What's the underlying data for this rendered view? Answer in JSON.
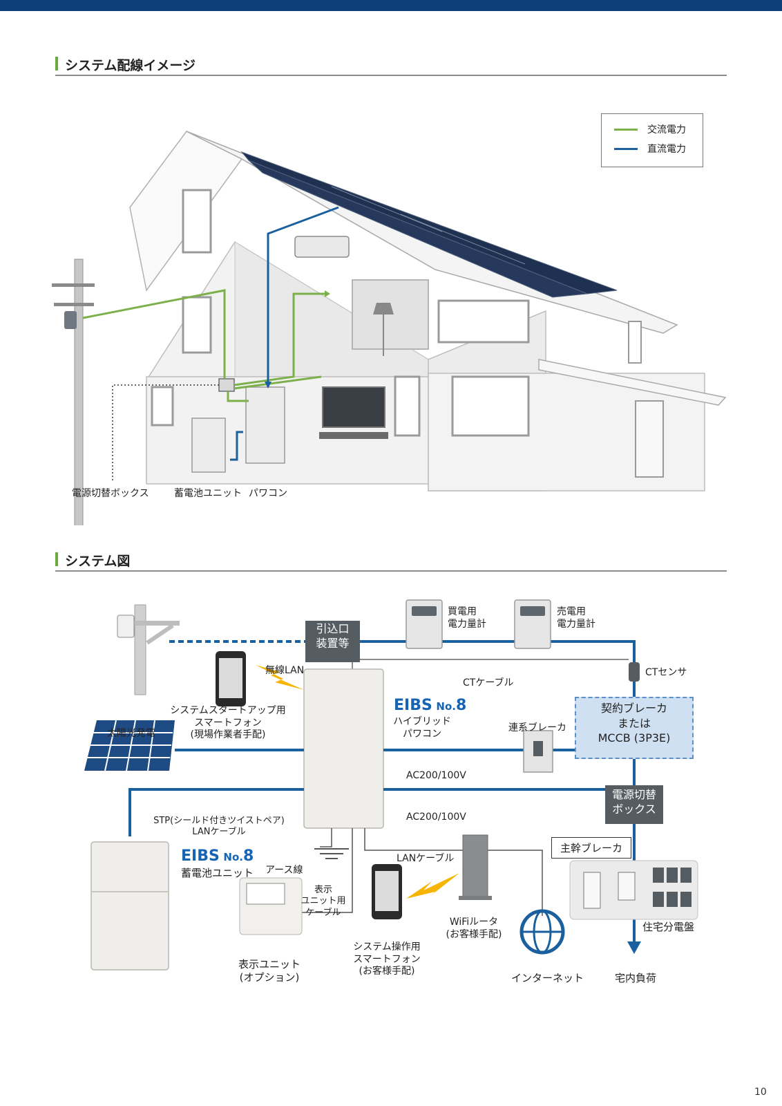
{
  "page_number": "10",
  "colors": {
    "ac_power": "#7bb04a",
    "dc_power": "#1a5f9e",
    "header_bar": "#0f3f7a"
  },
  "section1": {
    "title": "システム配線イメージ",
    "legend": {
      "ac": "交流電力",
      "dc": "直流電力"
    },
    "labels": {
      "switch_box": "電源切替ボックス",
      "battery": "蓄電池ユニット",
      "pcs": "パワコン"
    }
  },
  "section2": {
    "title": "システム図",
    "hikikomi": [
      "引込口",
      "装置等"
    ],
    "buy_meter": [
      "買電用",
      "電力量計"
    ],
    "sell_meter": [
      "売電用",
      "電力量計"
    ],
    "ct_sensor": "CTセンサ",
    "ct_cable": "CTケーブル",
    "wireless_lan": "無線LAN",
    "startup_phone": [
      "システムスタートアップ用",
      "スマートフォン",
      "(現場作業者手配)"
    ],
    "eibs_pcs": {
      "brand": "EIBS",
      "no": "No.",
      "num": "8",
      "sub": [
        "ハイブリッド",
        "パワコン"
      ]
    },
    "contract_breaker": [
      "契約ブレーカ",
      "または",
      "MCCB (3P3E)"
    ],
    "grid_breaker": "連系ブレーカ",
    "solar": "太陽光発電",
    "ac1": "AC200/100V",
    "ac2": "AC200/100V",
    "switch_box": [
      "電源切替",
      "ボックス"
    ],
    "stp_cable": [
      "STP(シールド付きツイストペア)",
      "LANケーブル"
    ],
    "eibs_battery": {
      "brand": "EIBS",
      "no": "No.",
      "num": "8",
      "sub": "蓄電池ユニット"
    },
    "earth": "アース線",
    "display_cable": [
      "表示",
      "ユニット用",
      "ケーブル"
    ],
    "lan_cable": "LANケーブル",
    "main_breaker": "主幹ブレーカ",
    "panel": "住宅分電盤",
    "wifi_router": [
      "WiFiルータ",
      "(お客様手配)"
    ],
    "op_phone": [
      "システム操作用",
      "スマートフォン",
      "(お客様手配)"
    ],
    "display_unit": [
      "表示ユニット",
      "(オプション)"
    ],
    "internet": "インターネット",
    "house_load": "宅内負荷"
  }
}
